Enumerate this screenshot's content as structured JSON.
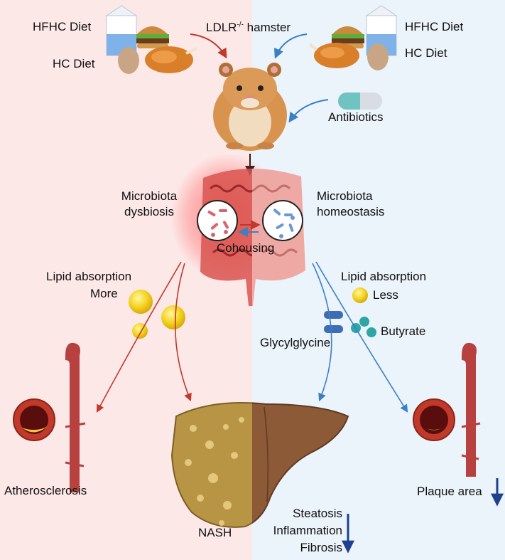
{
  "left": {
    "diet_hfhc": "HFHC Diet",
    "diet_hc": "HC Diet",
    "microbiota_line1": "Microbiota",
    "microbiota_line2": "dysbiosis",
    "lipid_absorption": "Lipid absorption",
    "lipid_amount": "More",
    "artery_outcome": "Atherosclerosis"
  },
  "center": {
    "model_name": "LDLR",
    "model_superscript": "-/-",
    "model_species": "hamster",
    "cohousing": "Cohousing",
    "liver_outcome": "NASH"
  },
  "right": {
    "diet_hfhc": "HFHC Diet",
    "diet_hc": "HC Diet",
    "treatment": "Antibiotics",
    "microbiota_line1": "Microbiota",
    "microbiota_line2": "homeostasis",
    "lipid_absorption": "Lipid absorption",
    "lipid_amount": "Less",
    "metabolite_1": "Glycylglycine",
    "metabolite_2": "Butyrate",
    "artery_outcome": "Plaque area",
    "liver_outcomes": [
      "Steatosis",
      "Inflammation",
      "Fibrosis"
    ]
  },
  "colors": {
    "left_bg": "#fde8e8",
    "right_bg": "#ebf3fb",
    "red_arrow": "#c0392b",
    "blue_arrow": "#3b7fc4",
    "down_arrow": "#1f3f8f"
  }
}
